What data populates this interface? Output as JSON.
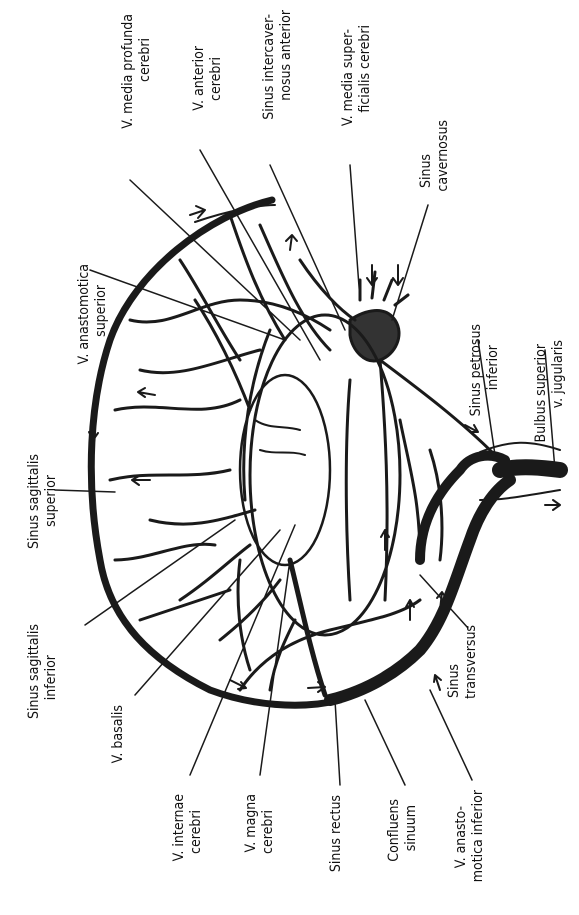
{
  "figure": {
    "labels": {
      "v_media_profunda": [
        "V. media profunda",
        "cerebri"
      ],
      "v_anterior": [
        "V. anterior",
        "cerebri"
      ],
      "sinus_intercav": [
        "Sinus intercaver-",
        "nosus anterior"
      ],
      "v_media_superficialis": [
        "V. media super-",
        "ficialis cerebri"
      ],
      "sinus_cavernosus": [
        "Sinus",
        "cavernosus"
      ],
      "v_anastomotica_superior": [
        "V. anastomotica",
        "superior"
      ],
      "sinus_petrosus_inferior": [
        "Sinus petrosus",
        "inferior"
      ],
      "bulbus_superior": [
        "Bulbus superior",
        "v. jugularis"
      ],
      "sinus_sagittalis_superior": [
        "Sinus sagittalis",
        "superior"
      ],
      "sinus_sagittalis_inferior": [
        "Sinus sagittalis",
        "inferior"
      ],
      "sinus_transversus": [
        "Sinus",
        "transversus"
      ],
      "v_basalis": [
        "V. basalis"
      ],
      "v_internae": [
        "V. internae",
        "cerebri"
      ],
      "v_magna": [
        "V. magna",
        "cerebri"
      ],
      "sinus_rectus": [
        "Sinus rectus"
      ],
      "confluens": [
        "Confluens",
        "sinuum"
      ],
      "v_anastomotica_inferior": [
        "V. anasto-",
        "motica inferior"
      ]
    }
  }
}
